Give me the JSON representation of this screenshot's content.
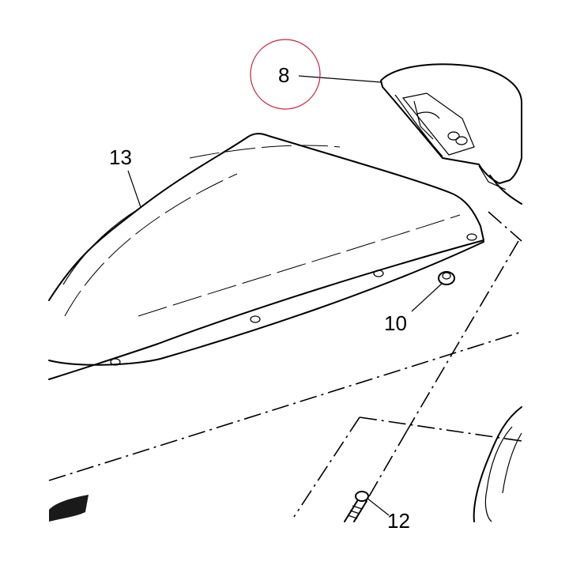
{
  "diagram": {
    "callouts": [
      {
        "number": "8"
      },
      {
        "number": "13"
      },
      {
        "number": "10"
      },
      {
        "number": "12"
      }
    ],
    "highlight_color": "#c8243c",
    "line_color": "#000000",
    "background": "#ffffff"
  }
}
